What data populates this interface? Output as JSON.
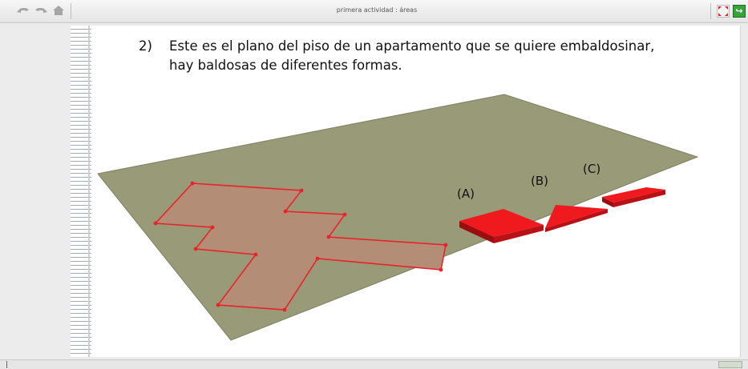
{
  "window": {
    "title": "primera actividad : áreas"
  },
  "toolbar": {
    "back_icon": "undo-arrow-icon",
    "forward_icon": "redo-arrow-icon",
    "home_icon": "home-icon",
    "fullscreen_icon": "fullscreen-toggle-icon",
    "exit_icon": "exit-icon"
  },
  "activity": {
    "number": "2)",
    "instruction": "Este es el plano del piso de un apartamento que se quiere embaldosinar, hay baldosas de diferentes formas."
  },
  "scene": {
    "colors": {
      "floor": "#999a78",
      "plan_fill": "#b48d76",
      "plan_edge": "#e8242a",
      "tile": "#f0191e",
      "tile_shadow": "#9a0e12"
    },
    "tiles": [
      {
        "label": "(A)",
        "shape": "square"
      },
      {
        "label": "(B)",
        "shape": "triangle"
      },
      {
        "label": "(C)",
        "shape": "rectangle"
      }
    ]
  }
}
